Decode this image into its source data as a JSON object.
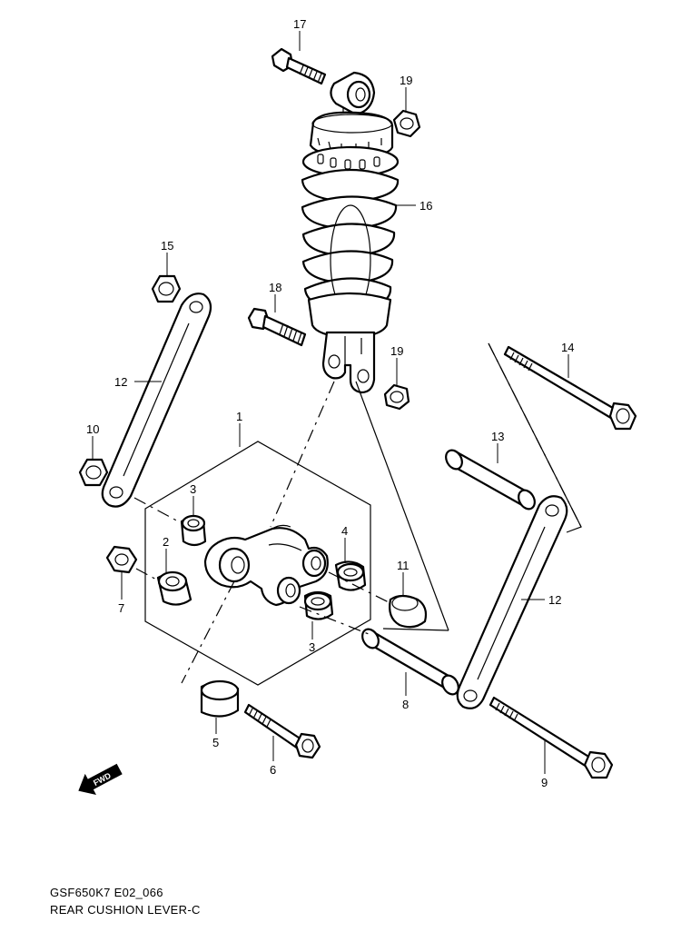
{
  "callouts": {
    "n1": "1",
    "n2": "2",
    "n3a": "3",
    "n3b": "3",
    "n4": "4",
    "n5": "5",
    "n6": "6",
    "n7": "7",
    "n8": "8",
    "n9": "9",
    "n10": "10",
    "n11": "11",
    "n12a": "12",
    "n12b": "12",
    "n13": "13",
    "n14": "14",
    "n15": "15",
    "n16": "16",
    "n17": "17",
    "n18": "18",
    "n19a": "19",
    "n19b": "19"
  },
  "fwd_label": "FWD",
  "footer": {
    "code": "GSF650K7 E02_066",
    "title": "REAR CUSHION LEVER-C"
  }
}
